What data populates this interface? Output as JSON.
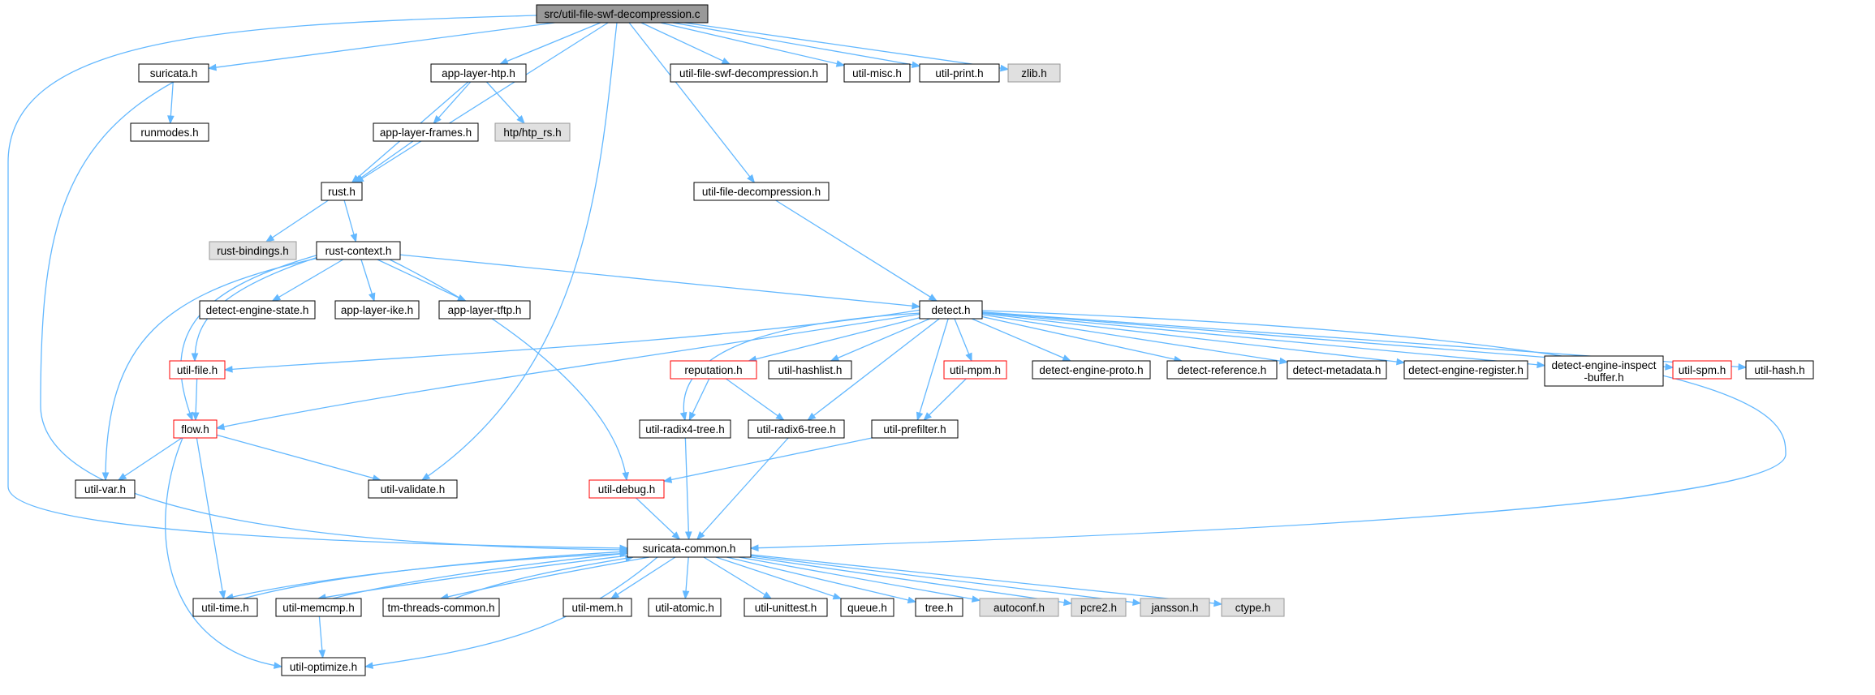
{
  "graph": {
    "colors": {
      "edge": "#63b8ff",
      "root_fill": "#999999",
      "normal_fill": "#ffffff",
      "normal_border": "#000000",
      "external_fill": "#e0e0e0",
      "external_border": "#999999",
      "truncated_border": "#ff0000"
    },
    "nodes": [
      {
        "id": "root",
        "label": "src/util-file-swf-decompression.c",
        "style": "root"
      },
      {
        "id": "suricata",
        "label": "suricata.h",
        "style": "normal"
      },
      {
        "id": "htp",
        "label": "app-layer-htp.h",
        "style": "normal"
      },
      {
        "id": "uswf",
        "label": "util-file-swf-decompression.h",
        "style": "normal"
      },
      {
        "id": "misc",
        "label": "util-misc.h",
        "style": "normal"
      },
      {
        "id": "print",
        "label": "util-print.h",
        "style": "normal"
      },
      {
        "id": "zlib",
        "label": "zlib.h",
        "style": "external"
      },
      {
        "id": "runmodes",
        "label": "runmodes.h",
        "style": "normal"
      },
      {
        "id": "frames",
        "label": "app-layer-frames.h",
        "style": "normal"
      },
      {
        "id": "htprs",
        "label": "htp/htp_rs.h",
        "style": "external"
      },
      {
        "id": "rust",
        "label": "rust.h",
        "style": "normal"
      },
      {
        "id": "ufdec",
        "label": "util-file-decompression.h",
        "style": "normal"
      },
      {
        "id": "rbind",
        "label": "rust-bindings.h",
        "style": "external"
      },
      {
        "id": "rctx",
        "label": "rust-context.h",
        "style": "normal"
      },
      {
        "id": "des",
        "label": "detect-engine-state.h",
        "style": "normal"
      },
      {
        "id": "ike",
        "label": "app-layer-ike.h",
        "style": "normal"
      },
      {
        "id": "tftp",
        "label": "app-layer-tftp.h",
        "style": "normal"
      },
      {
        "id": "detect",
        "label": "detect.h",
        "style": "normal"
      },
      {
        "id": "ufile",
        "label": "util-file.h",
        "style": "truncated"
      },
      {
        "id": "rep",
        "label": "reputation.h",
        "style": "truncated"
      },
      {
        "id": "hashlist",
        "label": "util-hashlist.h",
        "style": "normal"
      },
      {
        "id": "mpm",
        "label": "util-mpm.h",
        "style": "truncated"
      },
      {
        "id": "proto",
        "label": "detect-engine-proto.h",
        "style": "normal"
      },
      {
        "id": "dref",
        "label": "detect-reference.h",
        "style": "normal"
      },
      {
        "id": "dmeta",
        "label": "detect-metadata.h",
        "style": "normal"
      },
      {
        "id": "dreg",
        "label": "detect-engine-register.h",
        "style": "normal"
      },
      {
        "id": "dinsp",
        "label": "detect-engine-inspect\n-buffer.h",
        "style": "normal"
      },
      {
        "id": "spm",
        "label": "util-spm.h",
        "style": "truncated"
      },
      {
        "id": "uhash",
        "label": "util-hash.h",
        "style": "normal"
      },
      {
        "id": "flow",
        "label": "flow.h",
        "style": "truncated"
      },
      {
        "id": "r4",
        "label": "util-radix4-tree.h",
        "style": "normal"
      },
      {
        "id": "r6",
        "label": "util-radix6-tree.h",
        "style": "normal"
      },
      {
        "id": "pref",
        "label": "util-prefilter.h",
        "style": "normal"
      },
      {
        "id": "var",
        "label": "util-var.h",
        "style": "normal"
      },
      {
        "id": "valid",
        "label": "util-validate.h",
        "style": "normal"
      },
      {
        "id": "dbg",
        "label": "util-debug.h",
        "style": "truncated"
      },
      {
        "id": "common",
        "label": "suricata-common.h",
        "style": "normal"
      },
      {
        "id": "utime",
        "label": "util-time.h",
        "style": "normal"
      },
      {
        "id": "memcmp",
        "label": "util-memcmp.h",
        "style": "normal"
      },
      {
        "id": "tmth",
        "label": "tm-threads-common.h",
        "style": "normal"
      },
      {
        "id": "umem",
        "label": "util-mem.h",
        "style": "normal"
      },
      {
        "id": "atomic",
        "label": "util-atomic.h",
        "style": "normal"
      },
      {
        "id": "unittest",
        "label": "util-unittest.h",
        "style": "normal"
      },
      {
        "id": "queue",
        "label": "queue.h",
        "style": "normal"
      },
      {
        "id": "tree",
        "label": "tree.h",
        "style": "normal"
      },
      {
        "id": "autoconf",
        "label": "autoconf.h",
        "style": "external"
      },
      {
        "id": "pcre2",
        "label": "pcre2.h",
        "style": "external"
      },
      {
        "id": "jansson",
        "label": "jansson.h",
        "style": "external"
      },
      {
        "id": "ctype",
        "label": "ctype.h",
        "style": "external"
      },
      {
        "id": "opt",
        "label": "util-optimize.h",
        "style": "normal"
      }
    ],
    "edges": [
      [
        "root",
        "suricata"
      ],
      [
        "root",
        "htp"
      ],
      [
        "root",
        "uswf"
      ],
      [
        "root",
        "misc"
      ],
      [
        "root",
        "print"
      ],
      [
        "root",
        "zlib"
      ],
      [
        "root",
        "rust"
      ],
      [
        "root",
        "ufdec"
      ],
      [
        "root",
        "valid"
      ],
      [
        "root",
        "common"
      ],
      [
        "suricata",
        "runmodes"
      ],
      [
        "suricata",
        "common"
      ],
      [
        "htp",
        "frames"
      ],
      [
        "htp",
        "htprs"
      ],
      [
        "htp",
        "rust"
      ],
      [
        "frames",
        "rust"
      ],
      [
        "rust",
        "rbind"
      ],
      [
        "rust",
        "rctx"
      ],
      [
        "ufdec",
        "detect"
      ],
      [
        "rctx",
        "des"
      ],
      [
        "rctx",
        "ike"
      ],
      [
        "rctx",
        "tftp"
      ],
      [
        "rctx",
        "detect"
      ],
      [
        "rctx",
        "ufile"
      ],
      [
        "rctx",
        "flow"
      ],
      [
        "rctx",
        "var"
      ],
      [
        "rctx",
        "dbg"
      ],
      [
        "detect",
        "ufile"
      ],
      [
        "detect",
        "rep"
      ],
      [
        "detect",
        "hashlist"
      ],
      [
        "detect",
        "mpm"
      ],
      [
        "detect",
        "proto"
      ],
      [
        "detect",
        "dref"
      ],
      [
        "detect",
        "dmeta"
      ],
      [
        "detect",
        "dreg"
      ],
      [
        "detect",
        "dinsp"
      ],
      [
        "detect",
        "spm"
      ],
      [
        "detect",
        "uhash"
      ],
      [
        "detect",
        "flow"
      ],
      [
        "detect",
        "r4"
      ],
      [
        "detect",
        "r6"
      ],
      [
        "detect",
        "pref"
      ],
      [
        "detect",
        "common"
      ],
      [
        "ufile",
        "flow"
      ],
      [
        "rep",
        "r4"
      ],
      [
        "rep",
        "r6"
      ],
      [
        "mpm",
        "pref"
      ],
      [
        "pref",
        "dbg"
      ],
      [
        "flow",
        "var"
      ],
      [
        "flow",
        "valid"
      ],
      [
        "flow",
        "utime"
      ],
      [
        "flow",
        "opt"
      ],
      [
        "r4",
        "common"
      ],
      [
        "r6",
        "common"
      ],
      [
        "dbg",
        "common"
      ],
      [
        "common",
        "utime"
      ],
      [
        "common",
        "memcmp"
      ],
      [
        "common",
        "tmth"
      ],
      [
        "common",
        "umem"
      ],
      [
        "common",
        "atomic"
      ],
      [
        "common",
        "unittest"
      ],
      [
        "common",
        "queue"
      ],
      [
        "common",
        "tree"
      ],
      [
        "common",
        "autoconf"
      ],
      [
        "common",
        "pcre2"
      ],
      [
        "common",
        "jansson"
      ],
      [
        "common",
        "ctype"
      ],
      [
        "common",
        "opt"
      ],
      [
        "utime",
        "common"
      ],
      [
        "memcmp",
        "common"
      ],
      [
        "tmth",
        "common"
      ],
      [
        "memcmp",
        "opt"
      ]
    ]
  }
}
